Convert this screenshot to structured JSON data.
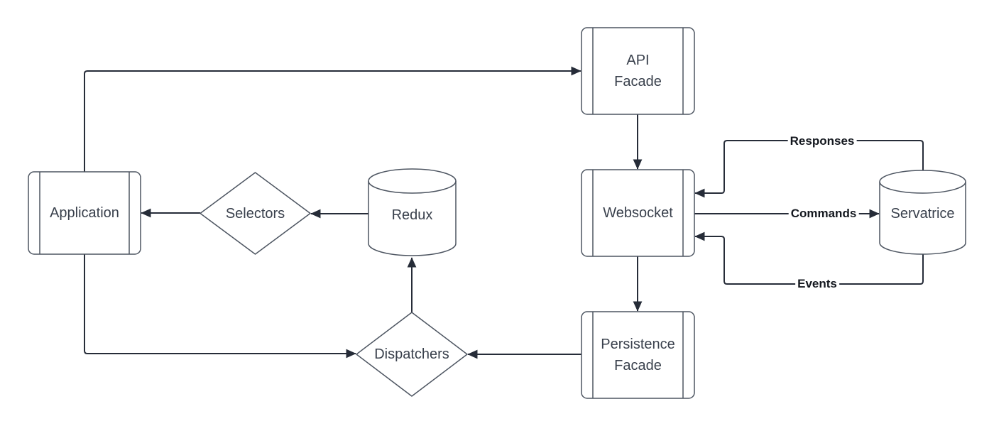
{
  "diagram": {
    "background": "#ffffff",
    "colors": {
      "shape_stroke": "#4d5561",
      "connector_stroke": "#262c38",
      "node_text": "#39404c",
      "edge_label_text": "#14181f",
      "shape_fill": "#ffffff"
    },
    "nodes": [
      {
        "id": "application",
        "label": "Application",
        "shape": "process"
      },
      {
        "id": "selectors",
        "label": "Selectors",
        "shape": "diamond"
      },
      {
        "id": "redux",
        "label": "Redux",
        "shape": "cylinder"
      },
      {
        "id": "api-facade",
        "label": "API\nFacade",
        "shape": "process"
      },
      {
        "id": "websocket",
        "label": "Websocket",
        "shape": "process"
      },
      {
        "id": "servatrice",
        "label": "Servatrice",
        "shape": "cylinder"
      },
      {
        "id": "persistence-facade",
        "label": "Persistence\nFacade",
        "shape": "process"
      },
      {
        "id": "dispatchers",
        "label": "Dispatchers",
        "shape": "diamond"
      }
    ],
    "edges": [
      {
        "from": "Application",
        "to": "API Facade",
        "label": ""
      },
      {
        "from": "API Facade",
        "to": "Websocket",
        "label": ""
      },
      {
        "from": "Servatrice",
        "to": "Websocket",
        "label": "Responses"
      },
      {
        "from": "Websocket",
        "to": "Servatrice",
        "label": "Commands"
      },
      {
        "from": "Servatrice",
        "to": "Websocket",
        "label": "Events"
      },
      {
        "from": "Websocket",
        "to": "Persistence Facade",
        "label": ""
      },
      {
        "from": "Persistence Facade",
        "to": "Dispatchers",
        "label": ""
      },
      {
        "from": "Dispatchers",
        "to": "Redux",
        "label": ""
      },
      {
        "from": "Redux",
        "to": "Selectors",
        "label": ""
      },
      {
        "from": "Selectors",
        "to": "Application",
        "label": ""
      },
      {
        "from": "Application",
        "to": "Dispatchers",
        "label": ""
      }
    ]
  }
}
